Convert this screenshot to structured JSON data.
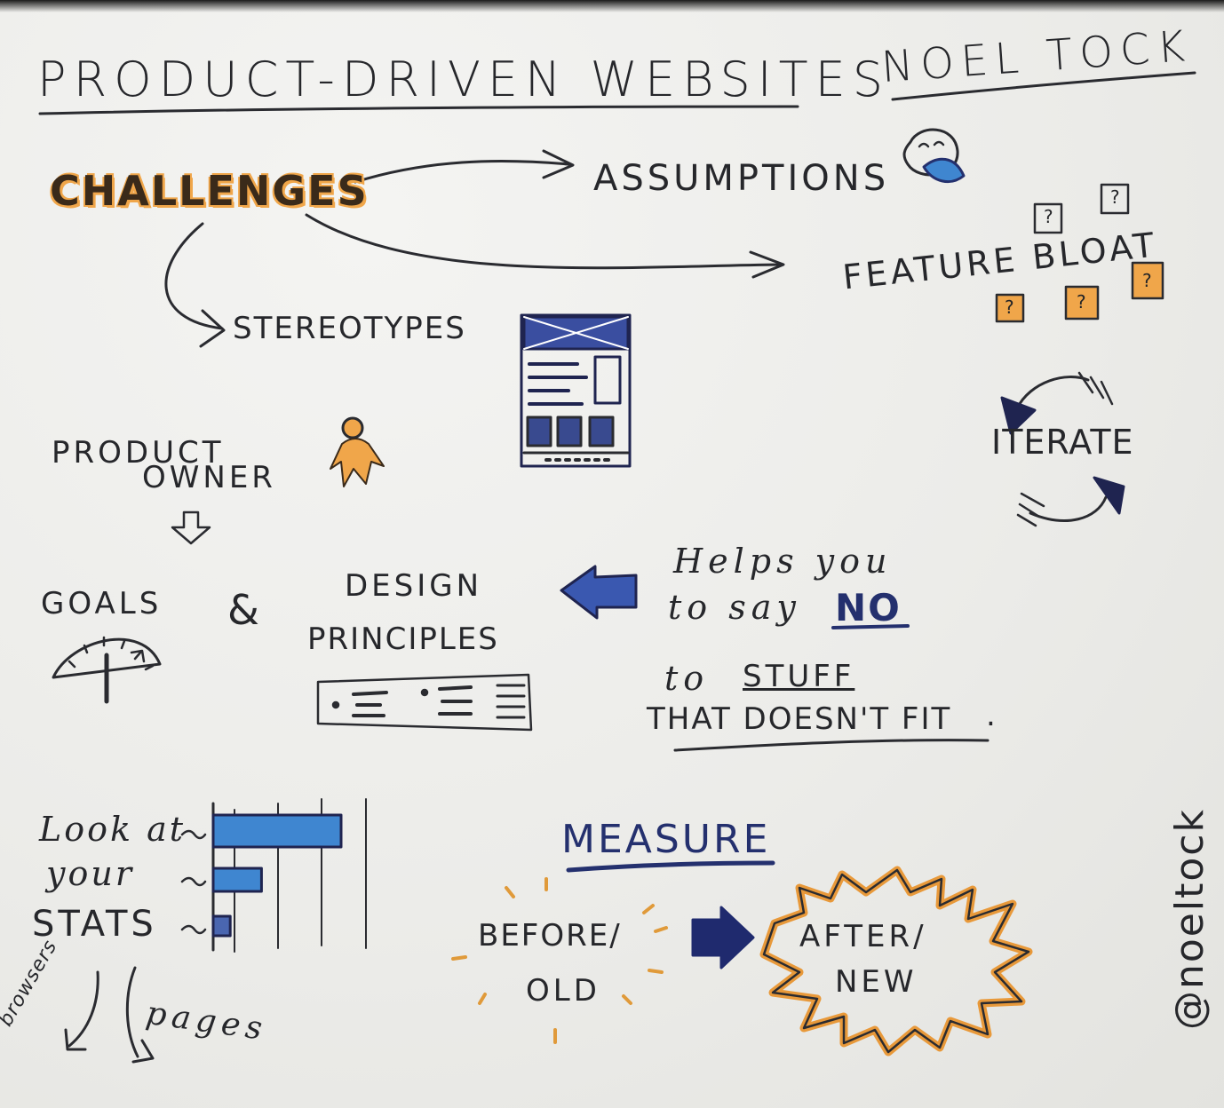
{
  "header": {
    "title": "PRODUCT-DRIVEN WEBSITES",
    "author": "NOEL TOCK"
  },
  "challenges": {
    "label": "CHALLENGES",
    "items": [
      "ASSUMPTIONS",
      "FEATURE BLOAT",
      "STEREOTYPES"
    ]
  },
  "iterate": "ITERATE",
  "product_owner": {
    "line1": "PRODUCT",
    "line2": "OWNER"
  },
  "goals": "GOALS",
  "ampersand": "&",
  "design_principles": {
    "line1": "DESIGN",
    "line2": "PRINCIPLES"
  },
  "helps": {
    "line1": "Helps you",
    "line2_a": "to say",
    "line2_no": "NO",
    "line3_a": "to",
    "line3_b": "STUFF",
    "line4": "THAT DOESN'T FIT",
    "period": "."
  },
  "stats": {
    "line1": "Look at",
    "line2": "your",
    "line3": "STATS",
    "browsers": "browsers",
    "pages": "pages",
    "bar_values": [
      0.9,
      0.34,
      0.12
    ]
  },
  "measure": {
    "label": "MEASURE",
    "before_line1": "BEFORE/",
    "before_line2": "OLD",
    "after_line1": "AFTER/",
    "after_line2": "NEW"
  },
  "handle": "@noeltock",
  "feature_bloat_box_label": "?",
  "colors": {
    "ink": "#26272b",
    "orange": "#f0a64a",
    "blue": "#3f86d0",
    "navy": "#24306e",
    "paper": "#ebebea"
  }
}
